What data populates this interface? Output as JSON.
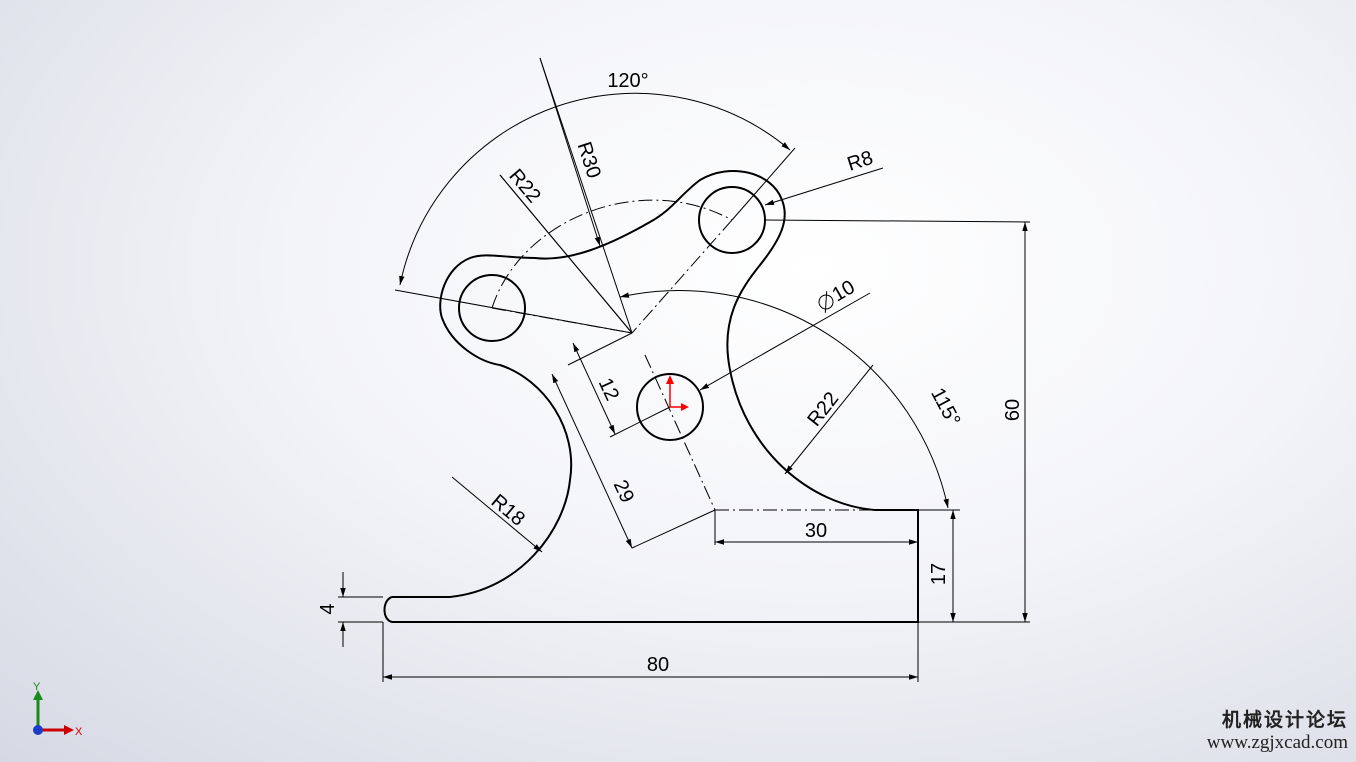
{
  "dimensions": {
    "angle_top": "120°",
    "radius_30": "R30",
    "radius_22_top": "R22",
    "radius_8": "R8",
    "diameter_10": "10",
    "angle_right": "115°",
    "radius_22_right": "R22",
    "radius_18": "R18",
    "length_12": "12",
    "length_29": "29",
    "length_30": "30",
    "height_60": "60",
    "height_17": "17",
    "thickness_4": "4",
    "width_80": "80"
  },
  "axes": {
    "x_label": "X",
    "y_label": "Y"
  },
  "watermark": {
    "title": "机械设计论坛",
    "url": "www.zgjxcad.com"
  },
  "colors": {
    "triad_x": "#cc0000",
    "triad_y": "#1a8a1a",
    "triad_z": "#1a3cc8",
    "origin_arrow": "#ff0000"
  }
}
